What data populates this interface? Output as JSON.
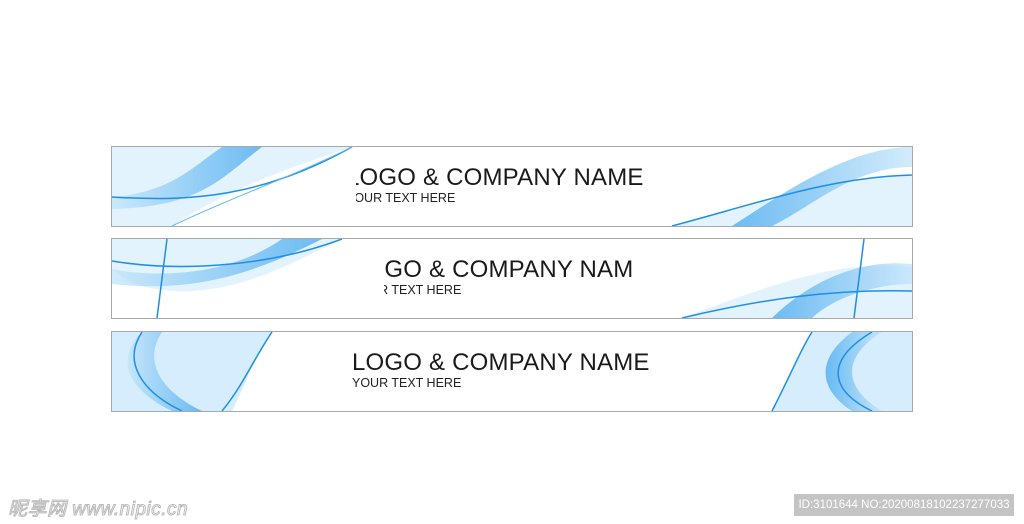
{
  "banners": [
    {
      "title": "LOGO & COMPANY NAME",
      "subtitle": "YOUR TEXT HERE"
    },
    {
      "title": "LOGO & COMPANY NAME",
      "subtitle": "YOUR TEXT HERE"
    },
    {
      "title": "LOGO & COMPANY NAME",
      "subtitle": "YOUR TEXT HERE"
    }
  ],
  "watermark": {
    "site": "昵享网 www.nipic.cn",
    "id_text": "ID:3101644 NO:20200818102237277033"
  },
  "colors": {
    "wave": "#1e8fe6",
    "wave_light": "#a9d8f7"
  }
}
